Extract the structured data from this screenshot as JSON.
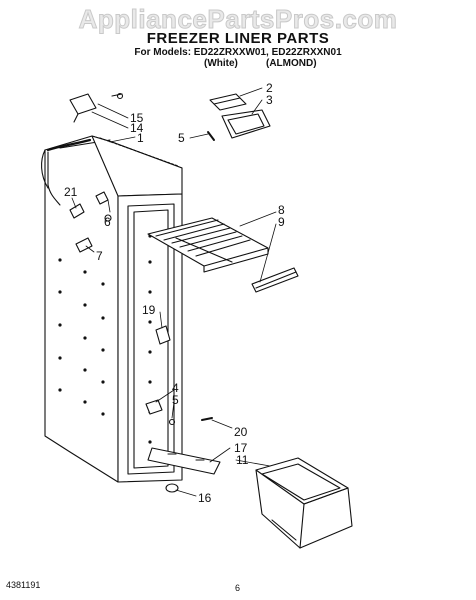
{
  "watermark": "AppliancePartsPros.com",
  "header": {
    "title": "FREEZER LINER PARTS",
    "models": "For Models: ED22ZRXXW01, ED22ZRXXN01",
    "variant_white": "(White)",
    "variant_almond": "(ALMOND)"
  },
  "callouts": [
    "2",
    "3",
    "5",
    "15",
    "14",
    "1",
    "21",
    "6",
    "7",
    "8",
    "9",
    "19",
    "4",
    "5",
    "20",
    "17",
    "11",
    "16"
  ],
  "footer": {
    "doc_number": "4381191",
    "page_number": "6"
  }
}
